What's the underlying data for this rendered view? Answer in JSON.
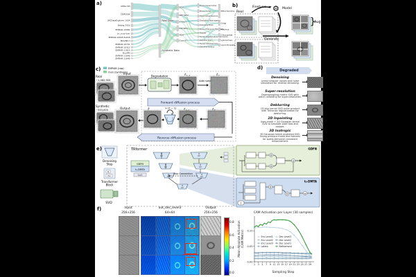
{
  "panel_a": {
    "label": "a)",
    "legend": [
      {
        "color": "#74c4c4",
        "label": "EMPIAR (raw)"
      },
      {
        "color": "#8ccf9f",
        "label": "Ours (Synthesis)"
      }
    ],
    "datasets": [
      "CEM1.5M",
      "CEM500K",
      "JRCDataExplorer 1024",
      "Betzig 2016",
      "EMPIAR-10982",
      "jrc_mus-liver",
      "EMPIAR-10845 8x8x8",
      "MitoEM-H",
      "EMPIAR-10791",
      "EMPIAR-10312",
      "EMPIAR-11819",
      "NucMM",
      "EMPIAR-11846",
      "EMPIAR-11849"
    ],
    "sources": [
      "Real Data",
      "Synthetic Data"
    ],
    "modalities": [
      "SEM",
      "SBF-SEM",
      "X-Ray",
      "FIB-SEM",
      "TEM",
      "Cryo-ET"
    ],
    "samples": [
      "Mouse Visual Cortex",
      "Mouse Cortex",
      "Hippocampal Neurons",
      "Drosophila Melanogaster",
      "Drosophila Brain",
      "Mouse Embryonic Fibroblasts",
      "Platelet",
      "Human Hepatocellular Carcinoma",
      "Zebrafish Brain",
      "Human Osteosarcoma",
      "Zebrafish Embryo"
    ],
    "organelles": [
      "Mitochondria",
      "Golgi",
      "Nucleus",
      "Chloroplast",
      "Lysosomes",
      "Lipid Droplets"
    ]
  },
  "panel_b": {
    "label": "b)",
    "real": "Real",
    "finetune": "Finetune",
    "model": "Model",
    "generate": "Generate",
    "aug": "Aug",
    "brace": "}"
  },
  "panel_c": {
    "label": "c)",
    "real_label": "Real",
    "real_count": "~1,462,905",
    "synthetic_label": "Synthetic",
    "synthetic_count": "~533,000",
    "input_label": "Input",
    "output_label": "Output",
    "degradation": "Degradation",
    "add_noise": "Add noise",
    "z_base": "z",
    "z_sub_t1": "t−1",
    "z_sub_T": "T",
    "z_hat": "ẑ",
    "loop": "× (T − 1)",
    "forward": "Forward diffusion process",
    "reverse": "Reverse diffusion process"
  },
  "panel_d": {
    "label": "d)",
    "header": "Degraded",
    "tasks": [
      {
        "title": "Denoising",
        "desc": "Linear singular values and noise simulation for reverse denoising."
      },
      {
        "title": "Super-resolution",
        "desc": "Downsampling matrix SVD with patch unfolding for super-resolution."
      },
      {
        "title": "Deblurring",
        "desc": "1D blur kernel SVD outer product with Tikhonov regularization for deblurring."
      },
      {
        "title": "2D Inpainting",
        "desc": "Uses mask + 2D Gaussian kernel SVD to simulate pixel loss and restore."
      },
      {
        "title": "3D Isotropic",
        "desc": "3D Gaussian kernel projected SVD, fusing previous frame and features for spatio-temporal consistent enhancement."
      }
    ]
  },
  "panel_e": {
    "label": "e)",
    "legend_denoising": "Denoising Step",
    "legend_transformer": "Transformer Block",
    "legend_svd": "SVD",
    "trformer": "TRformer",
    "q": "Q",
    "kv": "KV",
    "one_by_one": "1×1",
    "t_embed": "t",
    "skip": "Skip Connection",
    "gdfn": "GDFN",
    "dmta": "t₀-DMTA"
  },
  "panel_f": {
    "label": "f)",
    "input_label": "Input",
    "input_size": "256×256",
    "mid_label": "out_dec_level3",
    "mid_size": "64×64",
    "output_label": "Output",
    "output_size": "256×256",
    "colorbar_ticks": [
      "0.8",
      "0.6",
      "0.4",
      "0.2",
      "0.0"
    ]
  },
  "chart_data": {
    "type": "line",
    "title": "CAM Activation per Layer (30 samples)",
    "xlabel": "Sampling Step",
    "ylabel_line1": "Mean Absolute Activation",
    "ylabel_line2": "(CAM Metric)",
    "x": [
      1,
      2,
      3,
      4,
      5,
      6,
      7,
      8,
      9,
      10,
      11,
      12,
      13,
      14,
      15,
      16,
      17,
      18,
      19,
      20,
      21,
      22,
      23,
      24,
      25,
      26,
      27,
      28,
      29,
      30
    ],
    "xticks": [
      1,
      3,
      5,
      7,
      9,
      11,
      13,
      15,
      17,
      19,
      21,
      23,
      25,
      27,
      29
    ],
    "yticks": [
      "0.00",
      "0.05",
      "0.10"
    ],
    "ytick_values": [
      0.0,
      0.05,
      0.1
    ],
    "ylim": [
      0,
      0.148
    ],
    "grid": false,
    "legend_position": "center-left",
    "series": [
      {
        "name": "Enc Level1",
        "color": "#c2d3df",
        "values": [
          0.027,
          0.027,
          0.027,
          0.026,
          0.027,
          0.027,
          0.026,
          0.027,
          0.027,
          0.027,
          0.026,
          0.027,
          0.027,
          0.026,
          0.027,
          0.027,
          0.026,
          0.026,
          0.027,
          0.026,
          0.026,
          0.026,
          0.025,
          0.025,
          0.025,
          0.025,
          0.024,
          0.024,
          0.024,
          0.024
        ]
      },
      {
        "name": "Enc Level2",
        "color": "#a7bfd1",
        "values": [
          0.021,
          0.021,
          0.021,
          0.021,
          0.021,
          0.02,
          0.021,
          0.021,
          0.021,
          0.021,
          0.02,
          0.021,
          0.021,
          0.02,
          0.021,
          0.02,
          0.02,
          0.02,
          0.02,
          0.02,
          0.02,
          0.02,
          0.019,
          0.019,
          0.019,
          0.019,
          0.019,
          0.019,
          0.019,
          0.019
        ]
      },
      {
        "name": "Enc Level3",
        "color": "#8cabc2",
        "values": [
          0.016,
          0.016,
          0.016,
          0.016,
          0.016,
          0.016,
          0.015,
          0.016,
          0.016,
          0.016,
          0.015,
          0.016,
          0.016,
          0.015,
          0.016,
          0.015,
          0.015,
          0.015,
          0.015,
          0.015,
          0.015,
          0.015,
          0.014,
          0.014,
          0.014,
          0.014,
          0.014,
          0.014,
          0.014,
          0.014
        ]
      },
      {
        "name": "Latent",
        "color": "#7195ad",
        "values": [
          0.01,
          0.01,
          0.01,
          0.01,
          0.01,
          0.01,
          0.01,
          0.01,
          0.01,
          0.01,
          0.01,
          0.01,
          0.01,
          0.01,
          0.01,
          0.01,
          0.01,
          0.01,
          0.01,
          0.01,
          0.01,
          0.01,
          0.01,
          0.01,
          0.01,
          0.01,
          0.01,
          0.01,
          0.011,
          0.011
        ]
      },
      {
        "name": "Dec Level3",
        "color": "#b8cede",
        "values": [
          0.11,
          0.11,
          0.111,
          0.111,
          0.112,
          0.112,
          0.112,
          0.112,
          0.111,
          0.111,
          0.111,
          0.11,
          0.11,
          0.109,
          0.108,
          0.106,
          0.104,
          0.101,
          0.097,
          0.092,
          0.086,
          0.079,
          0.071,
          0.062,
          0.053,
          0.044,
          0.035,
          0.026,
          0.018,
          0.012
        ]
      },
      {
        "name": "Dec Level2",
        "color": "#7d9cb5",
        "values": [
          0.02,
          0.02,
          0.021,
          0.021,
          0.021,
          0.022,
          0.022,
          0.022,
          0.022,
          0.022,
          0.022,
          0.022,
          0.022,
          0.022,
          0.022,
          0.022,
          0.021,
          0.021,
          0.021,
          0.02,
          0.02,
          0.019,
          0.019,
          0.018,
          0.018,
          0.017,
          0.017,
          0.016,
          0.016,
          0.016
        ]
      },
      {
        "name": "Dec Level1",
        "color": "#5a7f9d",
        "values": [
          0.029,
          0.029,
          0.029,
          0.03,
          0.03,
          0.03,
          0.03,
          0.03,
          0.03,
          0.03,
          0.03,
          0.03,
          0.03,
          0.03,
          0.029,
          0.029,
          0.029,
          0.029,
          0.029,
          0.028,
          0.028,
          0.028,
          0.028,
          0.027,
          0.027,
          0.027,
          0.027,
          0.027,
          0.027,
          0.027
        ]
      },
      {
        "name": "Refinement",
        "color": "#3f9b45",
        "values": [
          0.112,
          0.117,
          0.114,
          0.121,
          0.118,
          0.125,
          0.122,
          0.129,
          0.127,
          0.134,
          0.136,
          0.135,
          0.136,
          0.136,
          0.136,
          0.136,
          0.135,
          0.134,
          0.131,
          0.126,
          0.12,
          0.112,
          0.103,
          0.093,
          0.081,
          0.068,
          0.055,
          0.042,
          0.03,
          0.024
        ]
      }
    ]
  }
}
